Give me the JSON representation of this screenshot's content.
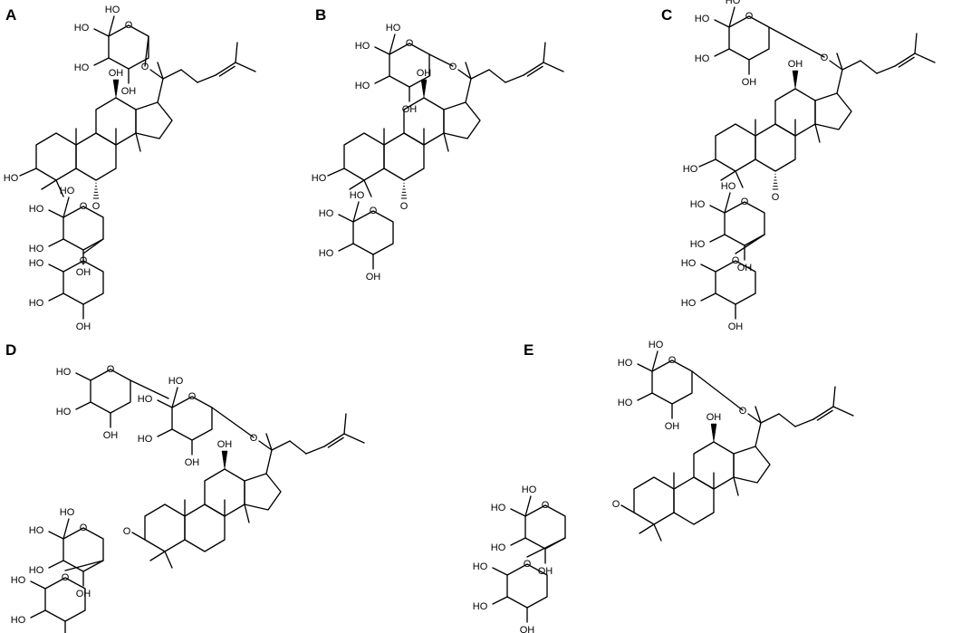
{
  "figure": {
    "panels": [
      {
        "id": "A",
        "label": "A",
        "sugars": {
          "c20": "glc",
          "c6": "glc-glc"
        },
        "c6": true
      },
      {
        "id": "B",
        "label": "B",
        "sugars": {
          "c20": "glc",
          "c6": "glc"
        },
        "c6": true
      },
      {
        "id": "C",
        "label": "C",
        "sugars": {
          "c20": "glc",
          "c6": "glc-rha"
        },
        "c6": true
      },
      {
        "id": "D",
        "label": "D",
        "sugars": {
          "c20": "glc-glc",
          "c3": "glc-glc"
        },
        "c6": false
      },
      {
        "id": "E",
        "label": "E",
        "sugars": {
          "c20": "glc",
          "c3": "glc-glc"
        },
        "c6": false
      }
    ],
    "atoms": {
      "hydroxyl": "OH",
      "ho": "HO",
      "oxygen": "O"
    }
  }
}
